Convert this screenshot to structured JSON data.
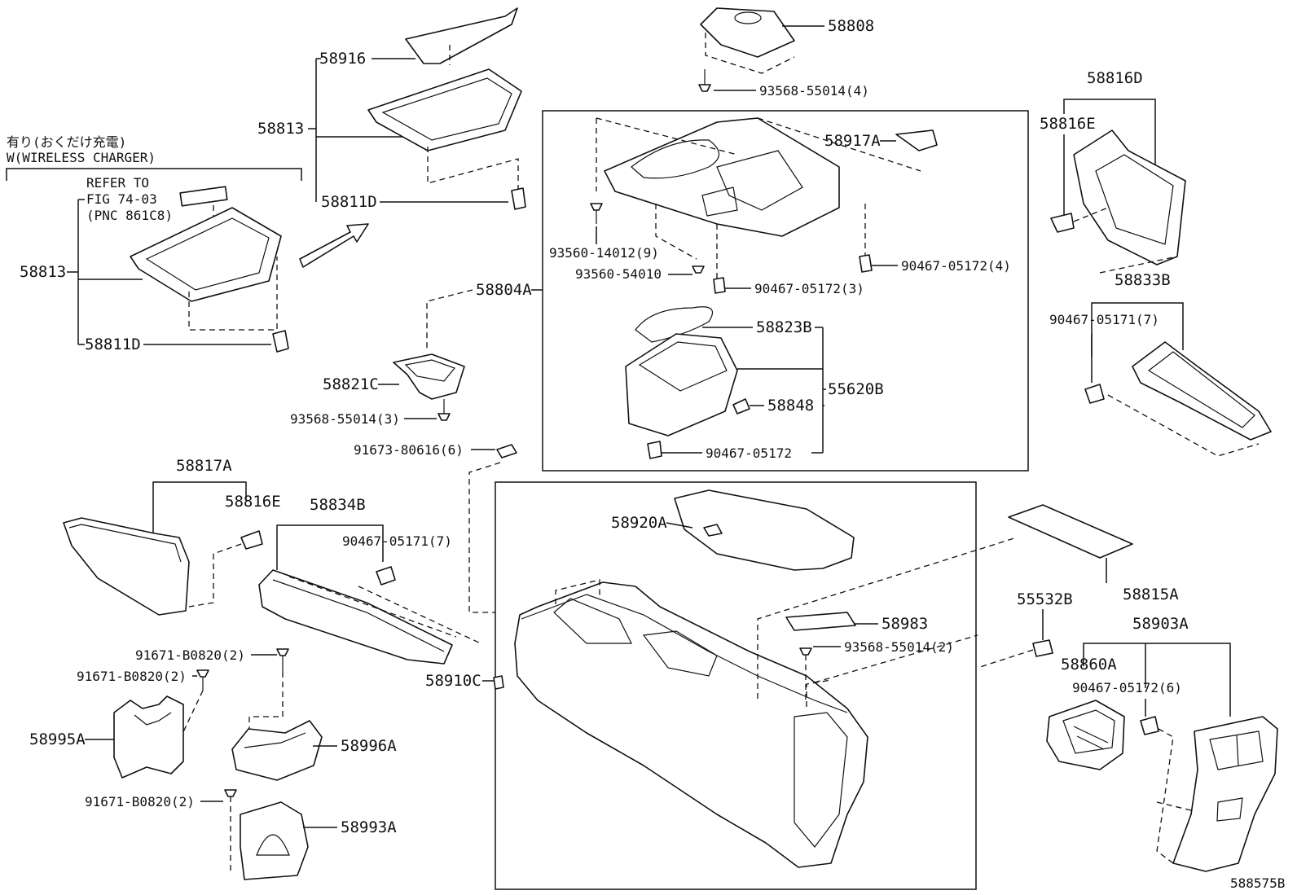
{
  "notes": {
    "wireless_jp": "有り(おくだけ充電)",
    "wireless_en": "W(WIRELESS CHARGER)",
    "refer_1": "REFER TO",
    "refer_2": "FIG 74-03",
    "refer_3": "(PNC 861C8)"
  },
  "diagram_id": "588575B",
  "parts": {
    "p58813a": "58813",
    "p58811d_a": "58811D",
    "p58916": "58916",
    "p58813b": "58813",
    "p58811d_b": "58811D",
    "p58808": "58808",
    "p93568_4": "93568-55014(4)",
    "p58816d": "58816D",
    "p58816e_a": "58816E",
    "p58917a": "58917A",
    "p93560_9": "93560-14012(9)",
    "p93560_54010": "93560-54010",
    "p90467_4": "90467-05172(4)",
    "p90467_3": "90467-05172(3)",
    "p58804a": "58804A",
    "p58823b": "58823B",
    "p55620b": "55620B",
    "p58848": "58848",
    "p90467_05172": "90467-05172",
    "p58833b": "58833B",
    "p90467_05171_7a": "90467-05171(7)",
    "p58821c": "58821C",
    "p93568_3": "93568-55014(3)",
    "p91673": "91673-80616(6)",
    "p58817a": "58817A",
    "p58816e_b": "58816E",
    "p58834b": "58834B",
    "p90467_05171_7b": "90467-05171(7)",
    "p58920a": "58920A",
    "p58815a": "58815A",
    "p55532b": "55532B",
    "p58903a": "58903A",
    "p58983": "58983",
    "p93568_2": "93568-55014(2)",
    "p58860a": "58860A",
    "p90467_6": "90467-05172(6)",
    "p91671_a": "91671-B0820(2)",
    "p91671_b": "91671-B0820(2)",
    "p91671_c": "91671-B0820(2)",
    "p58995a": "58995A",
    "p58996a": "58996A",
    "p58993a": "58993A",
    "p58910c": "58910C"
  }
}
